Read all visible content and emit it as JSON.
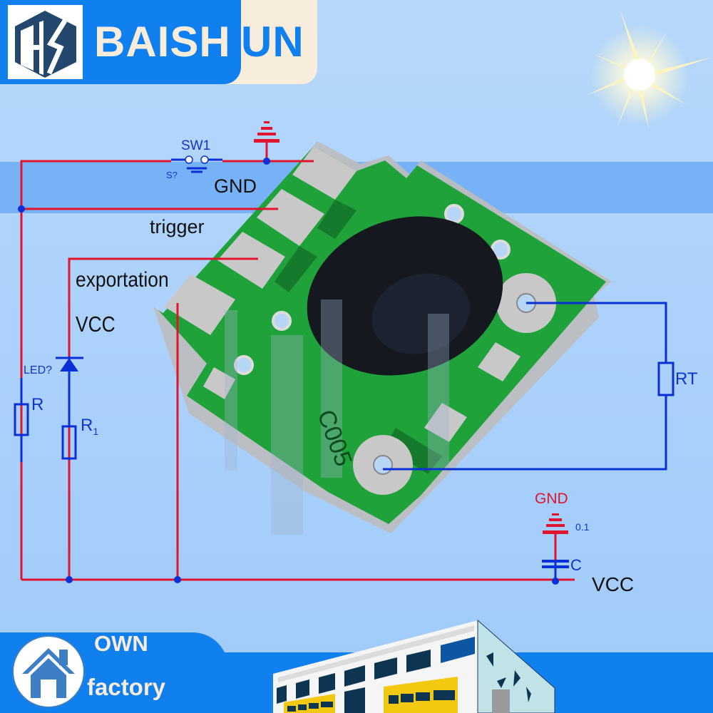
{
  "brand": {
    "name_part1": "BAISH",
    "name_part2": "UN",
    "logo_mark": "hexagon-AS-logo",
    "colors": {
      "primary": "#1080ef",
      "cream": "#f8ecdc",
      "dark_navy": "#1f3d5e"
    }
  },
  "circuit": {
    "switch": {
      "name": "SW1",
      "ref": "S?"
    },
    "pin_labels": {
      "gnd": "GND",
      "trigger": "trigger",
      "output": "exportation",
      "vcc": "VCC"
    },
    "led": {
      "ref": "LED?"
    },
    "resistors": [
      {
        "label": "R"
      },
      {
        "label": "R",
        "subscript": "1"
      },
      {
        "label": "RT"
      }
    ],
    "capacitor": {
      "label": "C",
      "value": "0.1",
      "gnd_label": "GND"
    },
    "vcc_rail_label": "VCC",
    "colors": {
      "wire_red": "#e0142c",
      "wire_blue": "#0b2fd6"
    }
  },
  "module": {
    "silkscreen": "C005",
    "pcb_color": "#1fa23a",
    "blob_color": "#15181f"
  },
  "footer": {
    "line1": "OWN",
    "line2": "factory",
    "icon": "house-icon"
  }
}
